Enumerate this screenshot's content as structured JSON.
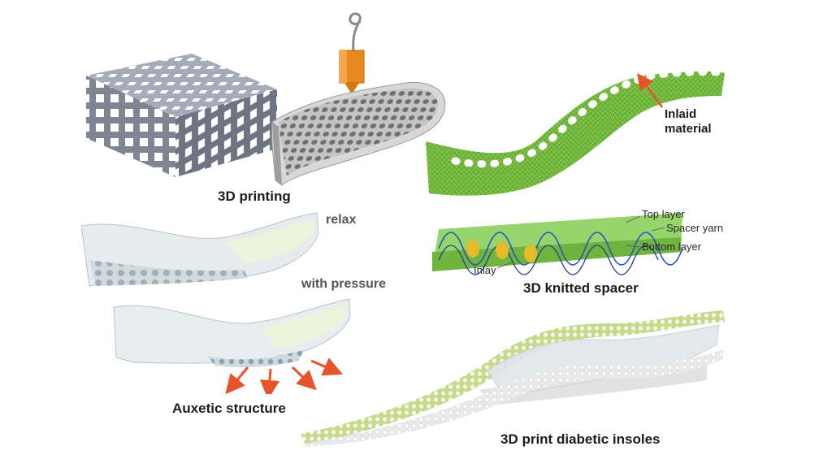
{
  "labels": {
    "printing": "3D printing",
    "relax": "relax",
    "with_pressure": "with pressure",
    "auxetic": "Auxetic structure",
    "inlaid_material": "Inlaid\nmaterial",
    "knitted_spacer": "3D knitted spacer",
    "diabetic_insoles": "3D print diabetic insoles"
  },
  "spacer_callouts": {
    "top_layer": "Top layer",
    "spacer_yarn": "Spacer yarn",
    "bottom_layer": "Bottom layer",
    "inlay": "Inlay"
  },
  "colors": {
    "lattice": "#8f95a3",
    "insole_grey": "#bcbcbc",
    "nozzle": "#e8891c",
    "knit_green": "#7fc24a",
    "inlay_white": "#f4f7ee",
    "arrow_orange": "#e8542a",
    "spacer_blue": "#2452c4",
    "clear_gel": "#dfe7ea",
    "yellow_green": "#c8d98a"
  }
}
